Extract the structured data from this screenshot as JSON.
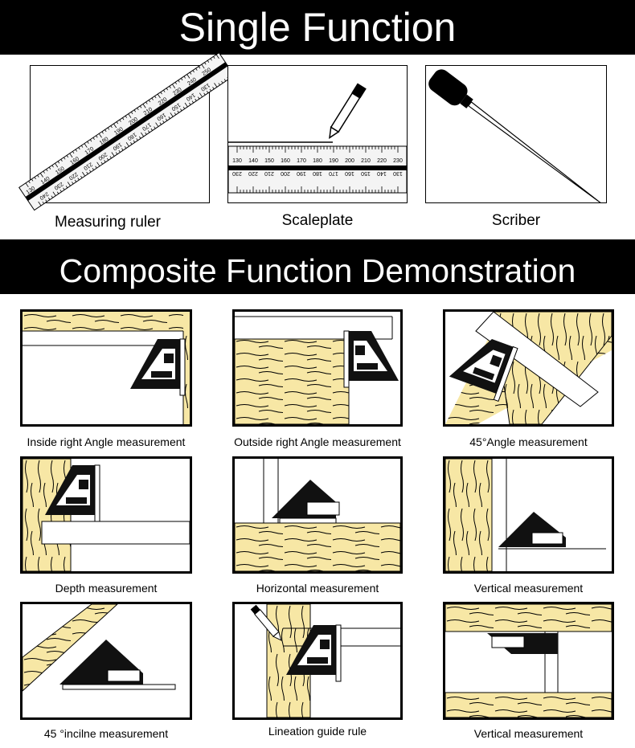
{
  "single": {
    "title": "Single Function",
    "items": [
      {
        "label": "Measuring ruler"
      },
      {
        "label": "Scaleplate"
      },
      {
        "label": "Scriber"
      }
    ],
    "scale_top": [
      "130",
      "140",
      "150",
      "160",
      "170",
      "180",
      "190",
      "200",
      "210",
      "220",
      "230"
    ],
    "scale_bottom": [
      "230",
      "220",
      "210",
      "200",
      "190",
      "180",
      "170",
      "160",
      "150",
      "140",
      "130"
    ],
    "ruler_top": [
      "130",
      "140",
      "150",
      "160",
      "170",
      "180",
      "190",
      "200",
      "210",
      "220",
      "230",
      "240",
      "250"
    ],
    "ruler_bottom": [
      "240",
      "230",
      "220",
      "210",
      "200",
      "190",
      "180",
      "170",
      "160",
      "150",
      "140",
      "130"
    ]
  },
  "composite": {
    "title": "Composite Function Demonstration",
    "items": [
      {
        "label": "Inside right Angle measurement"
      },
      {
        "label": "Outside right Angle measurement"
      },
      {
        "label": "45°Angle measurement"
      },
      {
        "label": "Depth measurement"
      },
      {
        "label": "Horizontal measurement"
      },
      {
        "label": "Vertical measurement"
      },
      {
        "label": "45 °incilne measurement"
      },
      {
        "label": "Lineation guide rule"
      },
      {
        "label": "Vertical measurement"
      }
    ]
  },
  "colors": {
    "wood": "#f7e7a5",
    "ink": "#000000",
    "paper": "#ffffff"
  }
}
